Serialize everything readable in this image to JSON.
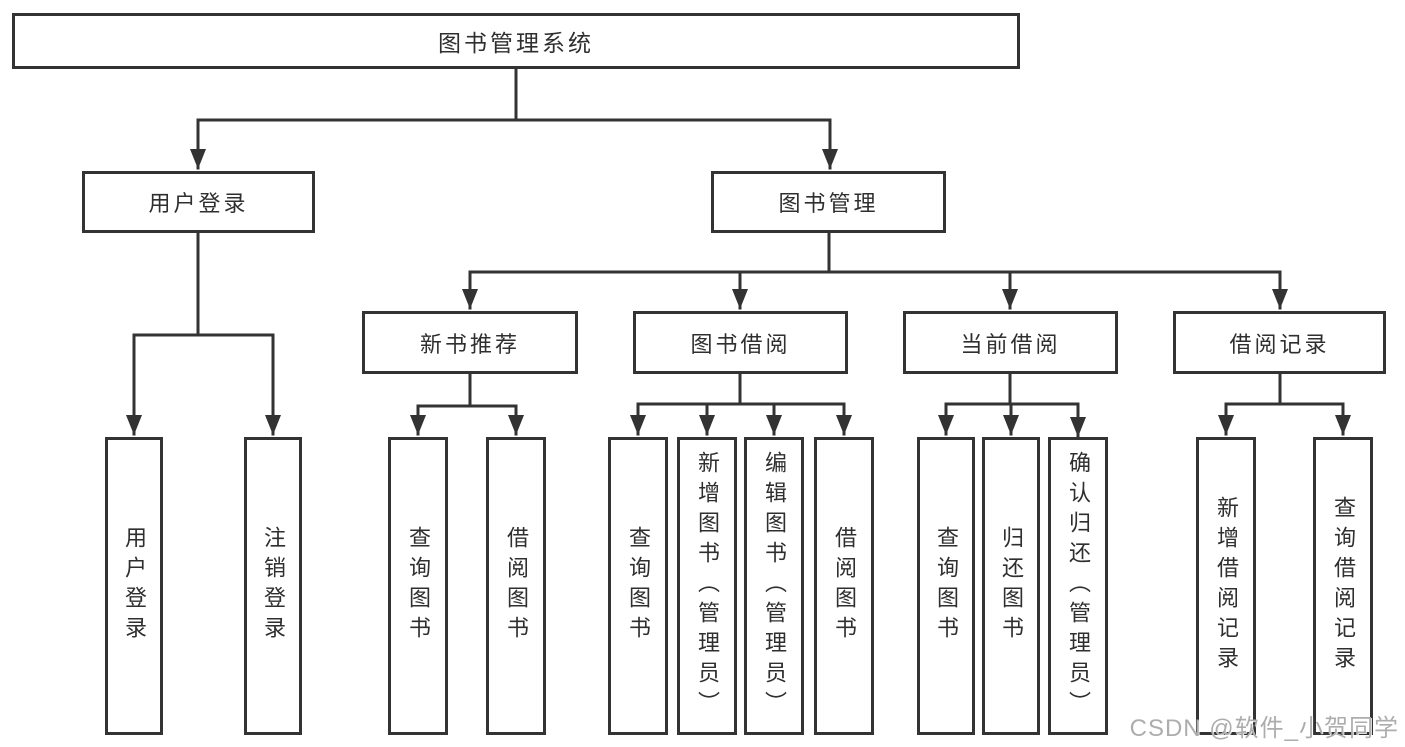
{
  "diagram": {
    "type": "hierarchy-tree",
    "colors": {
      "line": "#333333",
      "box_border": "#333333",
      "box_fill": "#ffffff",
      "text": "#2f2f2f",
      "watermark": "#aeadad"
    },
    "nodes": {
      "root": {
        "label": "图书管理系统"
      },
      "level2": [
        {
          "label": "用户登录"
        },
        {
          "label": "图书管理"
        }
      ],
      "level3": [
        {
          "label": "新书推荐"
        },
        {
          "label": "图书借阅"
        },
        {
          "label": "当前借阅"
        },
        {
          "label": "借阅记录"
        }
      ],
      "leaves": [
        {
          "label": "用户登录",
          "parent": "用户登录"
        },
        {
          "label": "注销登录",
          "parent": "用户登录"
        },
        {
          "label": "查询图书",
          "parent": "新书推荐"
        },
        {
          "label": "借阅图书",
          "parent": "新书推荐"
        },
        {
          "label": "查询图书",
          "parent": "图书借阅"
        },
        {
          "label": "新增图书（管理员）",
          "parent": "图书借阅"
        },
        {
          "label": "编辑图书（管理员）",
          "parent": "图书借阅"
        },
        {
          "label": "借阅图书",
          "parent": "图书借阅"
        },
        {
          "label": "查询图书",
          "parent": "当前借阅"
        },
        {
          "label": "归还图书",
          "parent": "当前借阅"
        },
        {
          "label": "确认归还（管理员）",
          "parent": "当前借阅"
        },
        {
          "label": "新增借阅记录",
          "parent": "借阅记录"
        },
        {
          "label": "查询借阅记录",
          "parent": "借阅记录"
        }
      ]
    },
    "watermark": {
      "text": "CSDN @软件_小贺同学"
    }
  }
}
